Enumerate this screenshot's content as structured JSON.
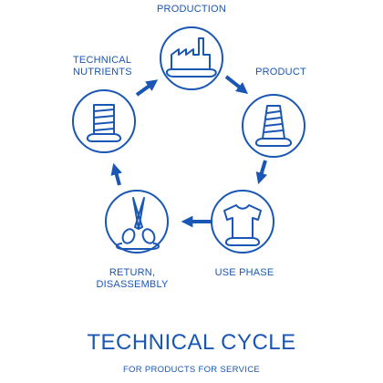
{
  "colors": {
    "accent": "#1a56b3",
    "arrow": "#1a56b3",
    "background": "#ffffff"
  },
  "nodes": {
    "production": {
      "label": "PRODUCTION",
      "icon": "factory-icon"
    },
    "product": {
      "label": "PRODUCT",
      "icon": "thread-spool-icon"
    },
    "use_phase": {
      "label": "USE PHASE",
      "icon": "t-shirt-icon"
    },
    "return": {
      "label_line1": "RETURN,",
      "label_line2": "DISASSEMBLY",
      "icon": "scissors-icon"
    },
    "technical_nutrients": {
      "label_line1": "TECHNICAL",
      "label_line2": "NUTRIENTS",
      "icon": "thread-spool-icon"
    }
  },
  "title": "TECHNICAL CYCLE",
  "subtitle": "FOR PRODUCTS FOR SERVICE"
}
